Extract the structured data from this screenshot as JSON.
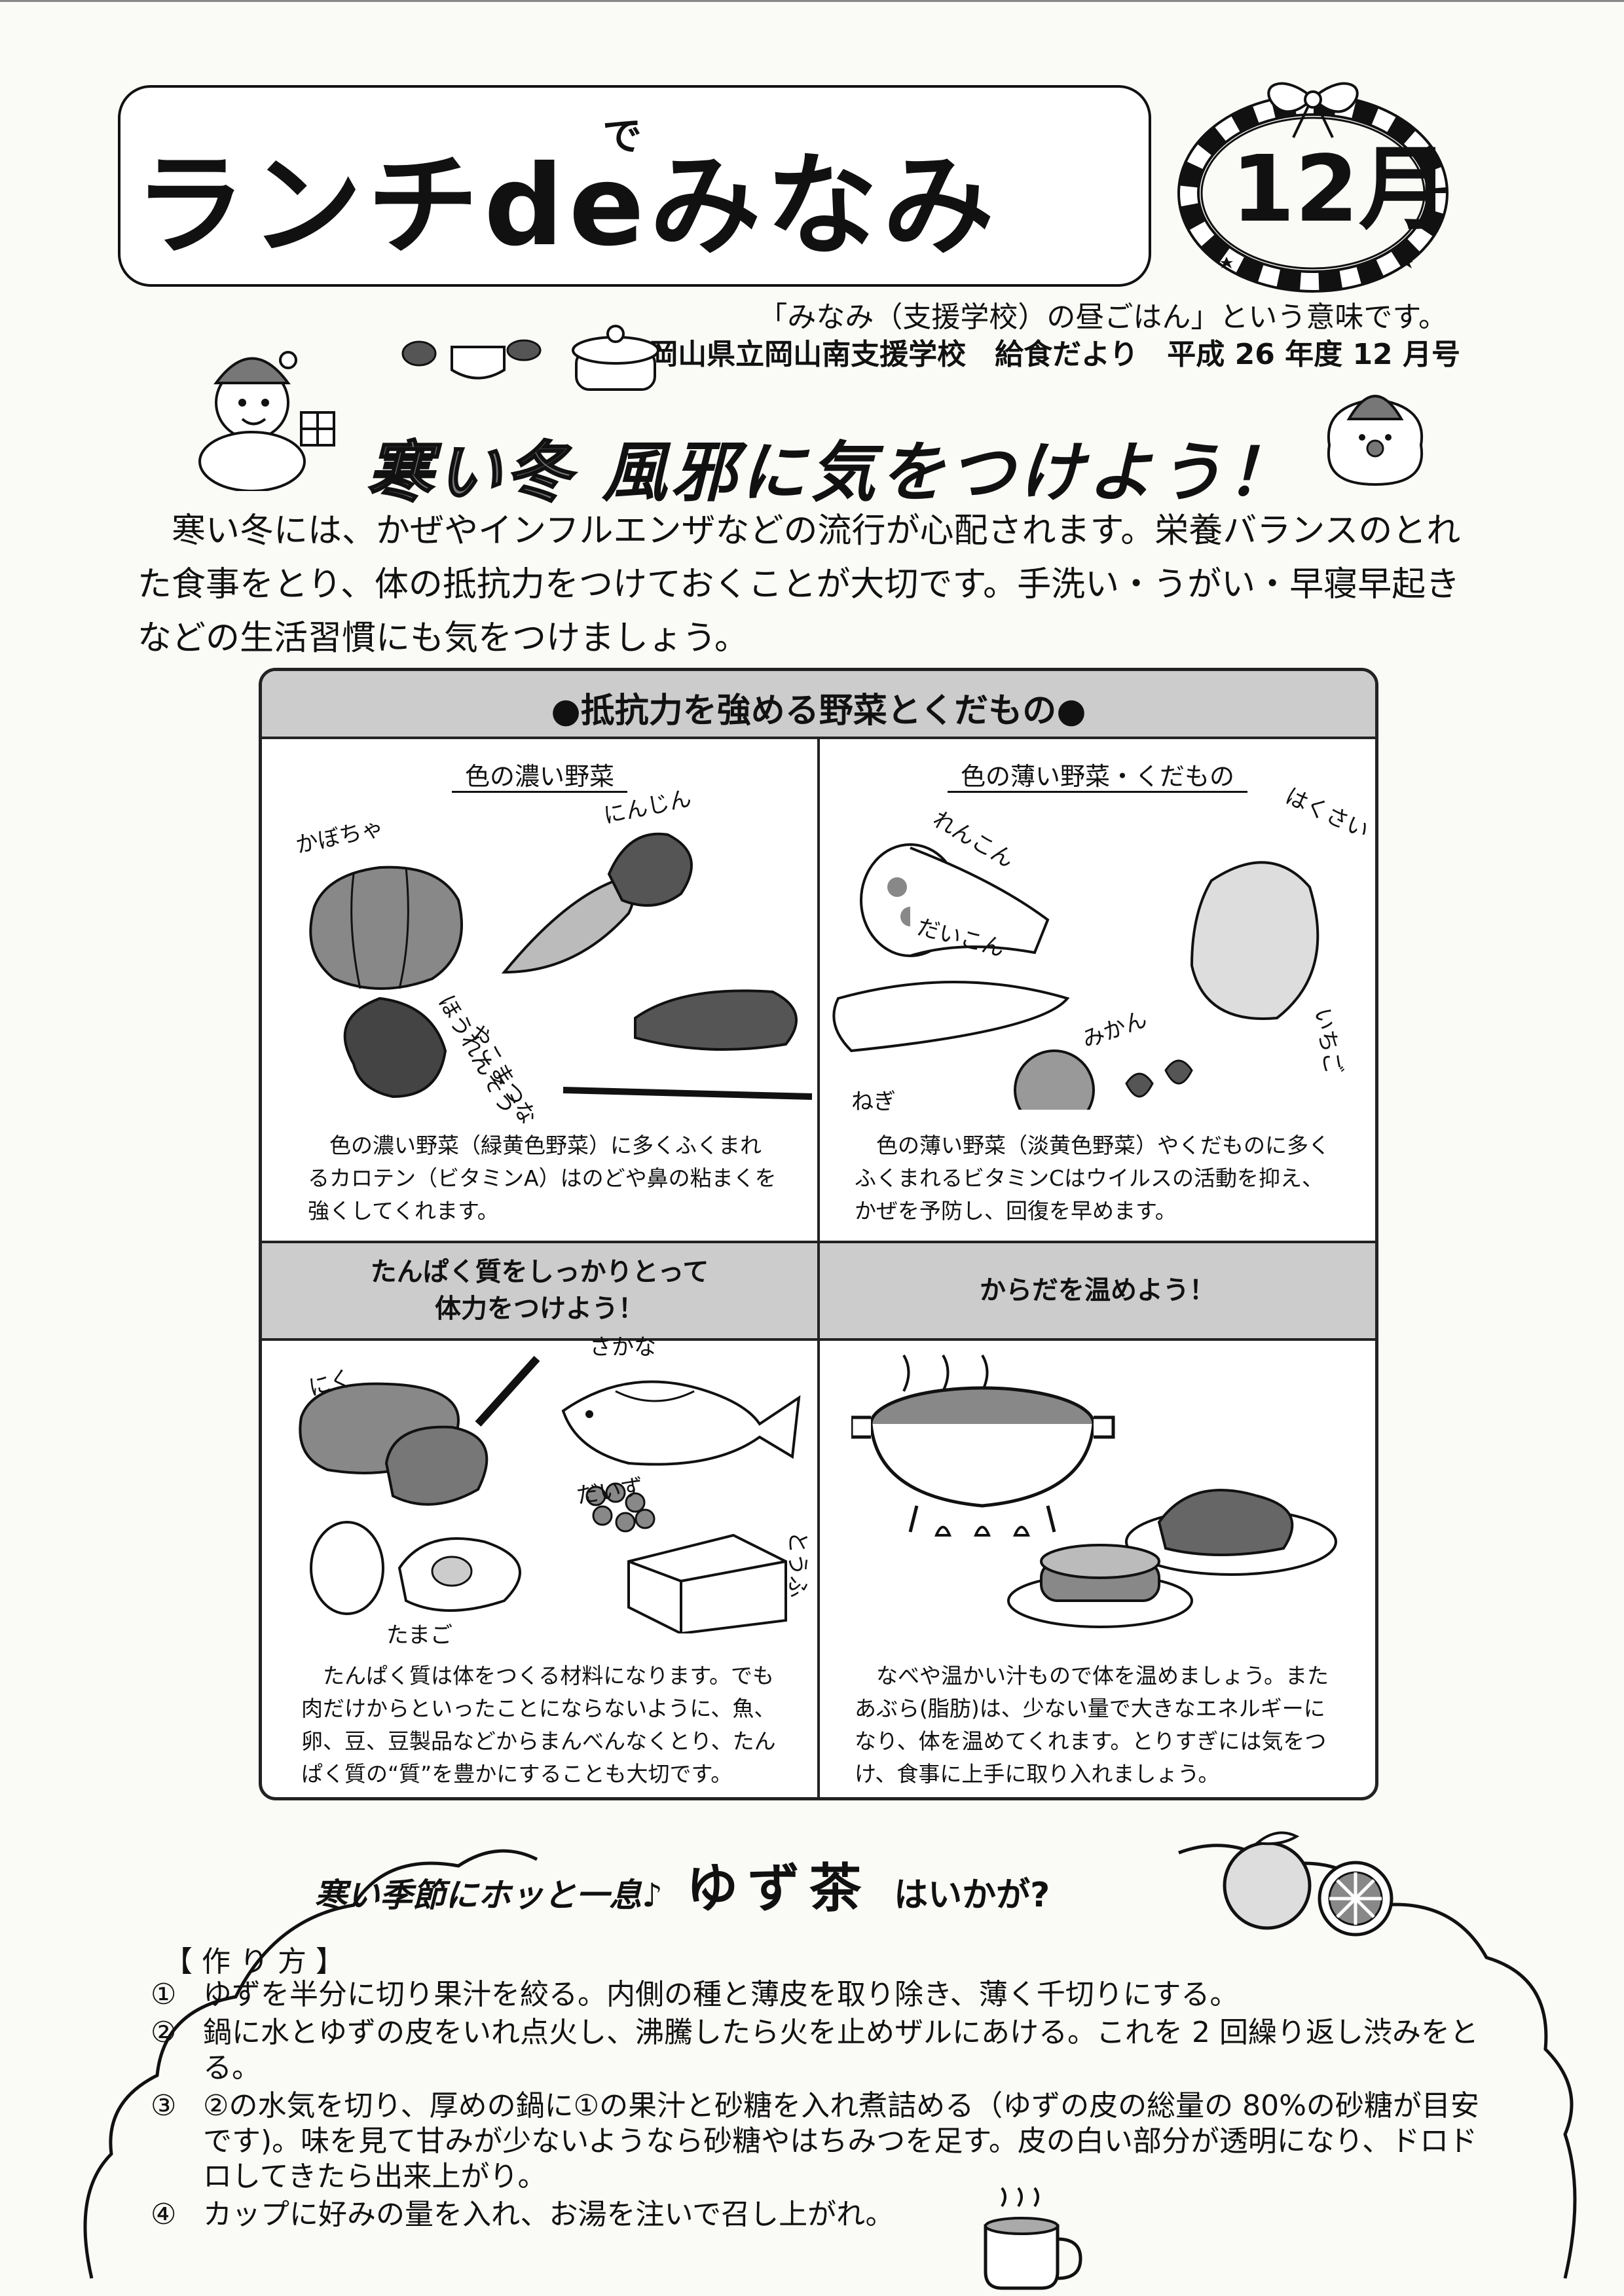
{
  "header": {
    "title_ruby": "で",
    "title": "ランチdeみなみ",
    "month": "12月",
    "subtitle": "「みなみ（支援学校）の昼ごはん」という意味です。",
    "publisher": "岡山県立岡山南支援学校　給食だより　平成 26 年度 12 月号"
  },
  "article": {
    "heading_a": "寒い冬",
    "heading_b": "風邪に気をつけよう！",
    "intro": "寒い冬には、かぜやインフルエンザなどの流行が心配されます。栄養バランスのとれた食事をとり、体の抵抗力をつけておくことが大切です。手洗い・うがい・早寝早起きなどの生活習慣にも気をつけましょう。"
  },
  "panel": {
    "title": "●抵抗力を強める野菜とくだもの●",
    "dark_veg": {
      "heading": "色の濃い野菜",
      "labels": [
        "かぼちゃ",
        "にんじん",
        "ほうれんそう",
        "やこまつな",
        "ねぎ"
      ],
      "text": "色の濃い野菜（緑黄色野菜）に多くふくまれるカロテン（ビタミンA）はのどや鼻の粘まくを強くしてくれます。"
    },
    "light_veg": {
      "heading": "色の薄い野菜・くだもの",
      "labels": [
        "れんこん",
        "はくさい",
        "だいこん",
        "みかん",
        "いちご"
      ],
      "text": "色の薄い野菜（淡黄色野菜）やくだものに多くふくまれるビタミンCはウイルスの活動を抑え、かぜを予防し、回復を早めます。"
    },
    "protein": {
      "heading_line1": "たんぱく質をしっかりとって",
      "heading_line2": "体力をつけよう！",
      "labels": [
        "にく",
        "さかな",
        "だいず",
        "とうふ",
        "たまご"
      ],
      "text": "たんぱく質は体をつくる材料になります。でも肉だけからといったことにならないように、魚、卵、豆、豆製品などからまんべんなくとり、たんぱく質の“質”を豊かにすることも大切です。"
    },
    "warm": {
      "heading": "からだを温めよう！",
      "text": "なべや温かい汁もので体を温めましょう。またあぶら(脂肪)は、少ない量で大きなエネルギーになり、体を温めてくれます。とりすぎには気をつけ、食事に上手に取り入れましょう。"
    }
  },
  "yuzu": {
    "title_a": "寒い季節にホッと一息♪",
    "title_b": "ゆず茶",
    "title_c": "はいかが?",
    "method_label": "【 作 り 方 】",
    "steps": [
      {
        "num": "①",
        "text": "ゆずを半分に切り果汁を絞る。内側の種と薄皮を取り除き、薄く千切りにする。"
      },
      {
        "num": "②",
        "text": "鍋に水とゆずの皮をいれ点火し、沸騰したら火を止めザルにあける。これを 2 回繰り返し渋みをとる。"
      },
      {
        "num": "③",
        "text": "②の水気を切り、厚めの鍋に①の果汁と砂糖を入れ煮詰める（ゆずの皮の総量の 80%の砂糖が目安です)。味を見て甘みが少ないようなら砂糖やはちみつを足す。皮の白い部分が透明になり、ドロドロしてきたら出来上がり。"
      },
      {
        "num": "④",
        "text": "カップに好みの量を入れ、お湯を注いで召し上がれ。"
      }
    ]
  }
}
